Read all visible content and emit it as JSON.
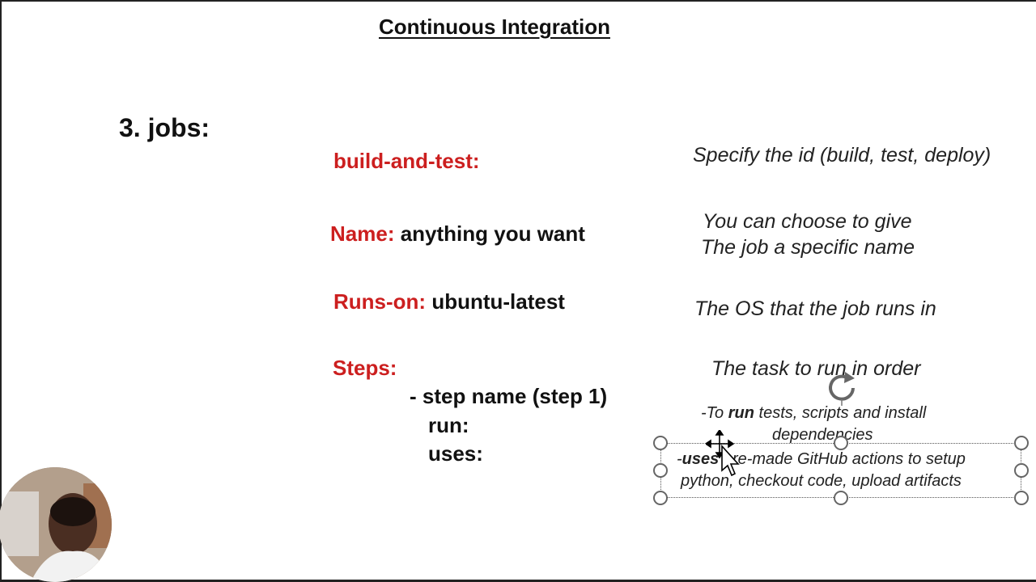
{
  "slide": {
    "title": "Continuous Integration",
    "section": "3.  jobs:",
    "rows": [
      {
        "key": "build-and-test:",
        "value": "",
        "desc": "Specify the id (build, test, deploy)"
      },
      {
        "key": "Name:",
        "value": " anything you want",
        "desc_line1": "You can choose to give",
        "desc_line2": "The job a specific name"
      },
      {
        "key": "Runs-on:",
        "value": " ubuntu-latest",
        "desc": "The OS that the job runs in"
      },
      {
        "key": "Steps:",
        "desc": "The task to run in order"
      }
    ],
    "steps": {
      "step_name": "- step name (step 1)",
      "run": "run:",
      "uses": "uses:"
    },
    "notes": {
      "run_prefix": "-To ",
      "run_bold": "run",
      "run_rest": " tests, scripts and install",
      "run_line2": "dependencies",
      "uses_prefix": "-",
      "uses_bold": "uses",
      "uses_rest": " pre-made GitHub actions to setup",
      "uses_line2": "python, checkout code, upload artifacts"
    }
  },
  "colors": {
    "accent_red": "#cc1f1f",
    "text": "#111111",
    "background": "#ffffff"
  },
  "icons": {
    "rotate": "rotate-handle-icon",
    "cursor": "move-cursor-icon"
  }
}
